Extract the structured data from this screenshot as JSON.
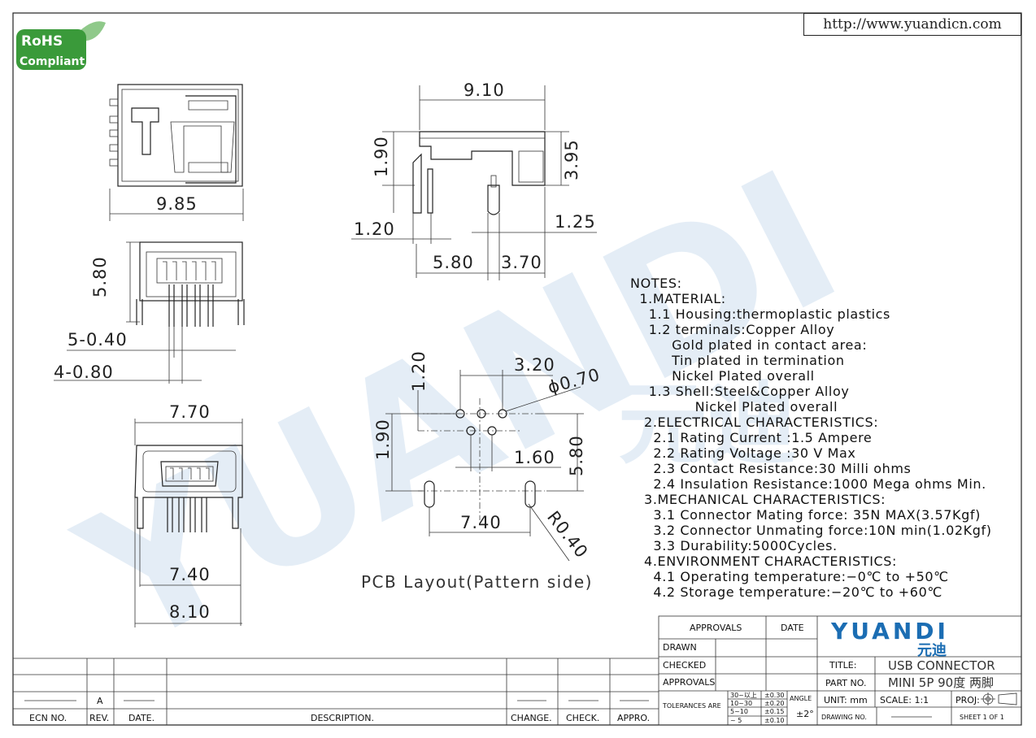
{
  "header": {
    "url": "http://www.yuandicn.com"
  },
  "rohs": {
    "top": "RoHS",
    "bottom": "Compliant",
    "color": "#3a9a3a"
  },
  "watermark": {
    "text": "YUANDI",
    "cjk": "元迪",
    "color": "#cfe0ef"
  },
  "dims": {
    "top_width": "9.85",
    "side_width": "9.10",
    "side_h1": "1.90",
    "side_h2": "3.95",
    "side_pin": "1.20",
    "side_peg": "1.25",
    "side_span": "5.80",
    "side_back": "3.70",
    "front_height": "5.80",
    "pitch_pins": "5-0.40",
    "pitch_pegs": "4-0.80",
    "end_width": "7.70",
    "end_pegs": "7.40",
    "end_total": "8.10",
    "pcb_h1": "1.20",
    "pcb_w1": "3.20",
    "pcb_hole": "ϕ0.70",
    "pcb_h2": "1.90",
    "pcb_w2": "1.60",
    "pcb_h3": "5.80",
    "pcb_w3": "7.40",
    "pcb_slot": "R0.40"
  },
  "pcb_caption": "PCB Layout(Pattern side)",
  "notes": [
    "NOTES:",
    "  1.MATERIAL:",
    "    1.1 Housing:thermoplastic plastics",
    "    1.2 terminals:Copper Alloy",
    "         Gold plated in contact area:",
    "         Tin plated in termination",
    "         Nickel Plated overall",
    "    1.3 Shell:Steel&Copper Alloy",
    "              Nickel Plated overall",
    "   2.ELECTRICAL CHARACTERISTICS:",
    "     2.1 Rating Current :1.5 Ampere",
    "     2.2 Rating Voltage :30 V Max",
    "     2.3 Contact Resistance:30 Milli ohms",
    "     2.4 Insulation Resistance:1000 Mega ohms Min.",
    "   3.MECHANICAL CHARACTERISTICS:",
    "     3.1 Connector Mating force: 35N MAX(3.57Kgf)",
    "     3.2 Connector Unmating force:10N min(1.02Kgf)",
    "     3.3 Durability:5000Cycles.",
    "   4.ENVIRONMENT CHARACTERISTICS:",
    "     4.1 Operating temperature:−0℃ to +50℃",
    "     4.2 Storage temperature:−20℃ to +60℃"
  ],
  "title_block": {
    "approvals": "APPROVALS",
    "date": "DATE",
    "drawn": "DRAWN",
    "checked": "CHECKED",
    "approvals2": "APPROVALS",
    "tolerances": "TOLERANCES ARE",
    "tol_rows": [
      [
        "30~以上",
        "±0.30"
      ],
      [
        "10~30",
        "±0.20"
      ],
      [
        "5~10",
        "±0.15"
      ],
      [
        "~ 5",
        "±0.10"
      ]
    ],
    "angle": "ANGLE",
    "angle_val": "±2°",
    "logo": "YUANDI",
    "logo_cjk": "元迪",
    "title_label": "TITLE:",
    "title_value": "USB CONNECTOR",
    "part_label": "PART NO.",
    "part_value": "MINI 5P 90度 两脚",
    "unit": "UNIT: mm",
    "scale": "SCALE:   1:1",
    "proj": "PROJ:",
    "drawing_no": "DRAWING NO.",
    "sheet": "SHEET   1  OF  1"
  },
  "revision": {
    "rev": "A",
    "headers": [
      "ECN NO.",
      "REV.",
      "DATE.",
      "DESCRIPTION.",
      "CHANGE.",
      "CHECK.",
      "APPRO."
    ]
  }
}
